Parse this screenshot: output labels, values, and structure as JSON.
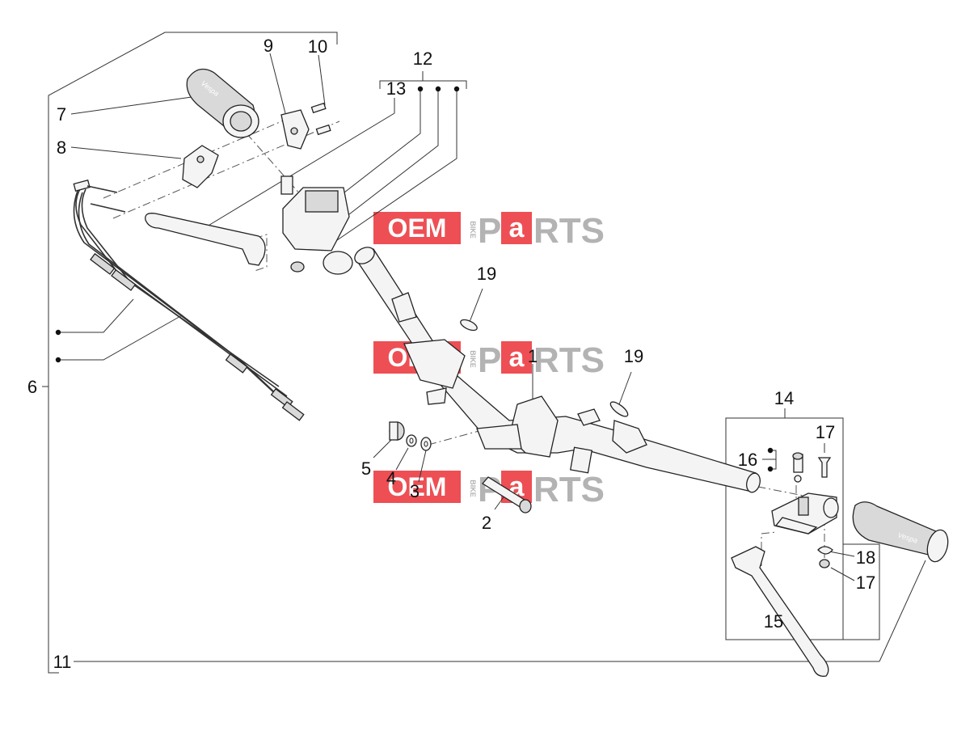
{
  "callouts": {
    "c1": "1",
    "c2": "2",
    "c3": "3",
    "c4": "4",
    "c5": "5",
    "c6": "6",
    "c7": "7",
    "c8": "8",
    "c9": "9",
    "c10": "10",
    "c11": "11",
    "c12": "12",
    "c13": "13",
    "c14": "14",
    "c15": "15",
    "c16": "16",
    "c17a": "17",
    "c17b": "17",
    "c18": "18",
    "c19a": "19",
    "c19b": "19"
  },
  "watermark": {
    "oem": "OEM",
    "bike": "BIKE",
    "p": "P",
    "a": "a",
    "rts": "RTS",
    "colors": {
      "red": "#e8151b",
      "gray": "#9a9a9a"
    }
  },
  "grip_logo": "Vespa"
}
